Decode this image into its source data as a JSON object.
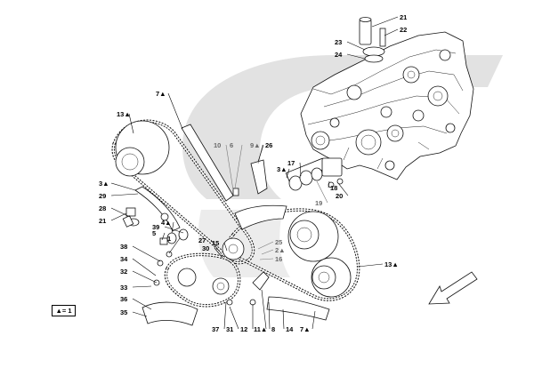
{
  "legend": {
    "text": "▲= 1"
  },
  "callouts": [
    {
      "id": "c21a",
      "text": "21",
      "grey": false
    },
    {
      "id": "c22",
      "text": "22",
      "grey": false
    },
    {
      "id": "c23",
      "text": "23",
      "grey": false
    },
    {
      "id": "c24",
      "text": "24",
      "grey": false
    },
    {
      "id": "c7a",
      "text": "7▲",
      "grey": false
    },
    {
      "id": "c13a",
      "text": "13▲",
      "grey": false
    },
    {
      "id": "c10",
      "text": "10",
      "grey": true
    },
    {
      "id": "c6",
      "text": "6",
      "grey": true
    },
    {
      "id": "c9",
      "text": "9▲",
      "grey": true
    },
    {
      "id": "c26",
      "text": "26",
      "grey": false
    },
    {
      "id": "c3b",
      "text": "3▲",
      "grey": false
    },
    {
      "id": "c17",
      "text": "17",
      "grey": false
    },
    {
      "id": "c18",
      "text": "18",
      "grey": false
    },
    {
      "id": "c20",
      "text": "20",
      "grey": false
    },
    {
      "id": "c19",
      "text": "19",
      "grey": true
    },
    {
      "id": "c3a",
      "text": "3▲",
      "grey": false
    },
    {
      "id": "c29",
      "text": "29",
      "grey": false
    },
    {
      "id": "c28",
      "text": "28",
      "grey": false
    },
    {
      "id": "c21b",
      "text": "21",
      "grey": false
    },
    {
      "id": "c4",
      "text": "4▲",
      "grey": false
    },
    {
      "id": "c5",
      "text": "5",
      "grey": false
    },
    {
      "id": "c39",
      "text": "39",
      "grey": false
    },
    {
      "id": "c1",
      "text": "1",
      "grey": false
    },
    {
      "id": "c27",
      "text": "27",
      "grey": false
    },
    {
      "id": "c25",
      "text": "25",
      "grey": true
    },
    {
      "id": "c2",
      "text": "2▲",
      "grey": true
    },
    {
      "id": "c16",
      "text": "16",
      "grey": true
    },
    {
      "id": "c38",
      "text": "38",
      "grey": false
    },
    {
      "id": "c30",
      "text": "30",
      "grey": false
    },
    {
      "id": "c15",
      "text": "15",
      "grey": false
    },
    {
      "id": "c34",
      "text": "34",
      "grey": false
    },
    {
      "id": "c32",
      "text": "32",
      "grey": false
    },
    {
      "id": "c33",
      "text": "33",
      "grey": false
    },
    {
      "id": "c13b",
      "text": "13▲",
      "grey": false
    },
    {
      "id": "c36",
      "text": "36",
      "grey": false
    },
    {
      "id": "c35",
      "text": "35",
      "grey": false
    },
    {
      "id": "c37",
      "text": "37",
      "grey": false
    },
    {
      "id": "c31",
      "text": "31",
      "grey": false
    },
    {
      "id": "c12",
      "text": "12",
      "grey": false
    },
    {
      "id": "c11",
      "text": "11▲",
      "grey": false
    },
    {
      "id": "c8",
      "text": "8",
      "grey": false
    },
    {
      "id": "c14",
      "text": "14",
      "grey": false
    },
    {
      "id": "c7b",
      "text": "7▲",
      "grey": false
    }
  ]
}
